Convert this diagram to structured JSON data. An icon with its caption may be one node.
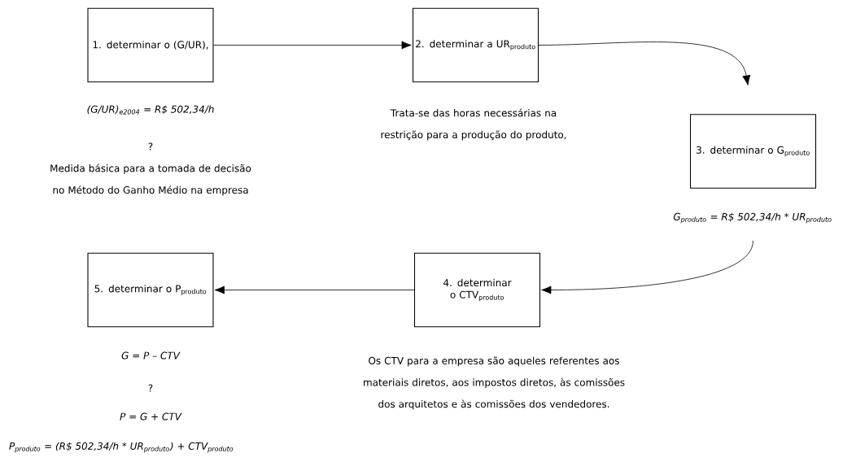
{
  "diagram": {
    "nodes": [
      {
        "text": [
          "1. determinar o (G/UR),"
        ],
        "beside": [
          "(G/UR)$_{e2004}$ = R$ 502,34/h",
          "?",
          "Medida básica para a tomada de decisão no Método do Ganho Médio na empresa"
        ]
      },
      {
        "text": [
          "2. determinar a UR$_{produto}$"
        ],
        "beside": [
          "Trata-se das horas necessárias na restrição para a produção do produto,"
        ]
      },
      {
        "text": [
          "3. determinar o G$_{produto}$"
        ],
        "beside": [
          "G$_{produto}$ = R$ 502,34/h * UR$_{produto}$"
        ]
      },
      {
        "text": [
          "4. determinar o CTV$_{produto}$"
        ],
        "beside": [
          "Os CTV para a empresa são aqueles referentes aos materiais diretos, aos impostos diretos, às comissões dos arquitetos e às comissões dos vendedores."
        ]
      },
      {
        "text": [
          "5. determinar o P$_{produto}$"
        ],
        "beside": [
          "G = P – CTV",
          "?",
          "P = G + CTV",
          "P$_{produto}$ = (R$ 502,34/h * UR$_{produto}$) + CTV$_{produto}$"
        ]
      }
    ],
    "edges": [
      {
        "from": 0,
        "to": 1,
        "arrow": "to"
      },
      {
        "from": 1,
        "to": 2,
        "arrow": "to"
      },
      {
        "from": 2,
        "to": 3,
        "arrow": "to"
      },
      {
        "from": 3,
        "to": 4,
        "arrow": "to"
      }
    ]
  }
}
